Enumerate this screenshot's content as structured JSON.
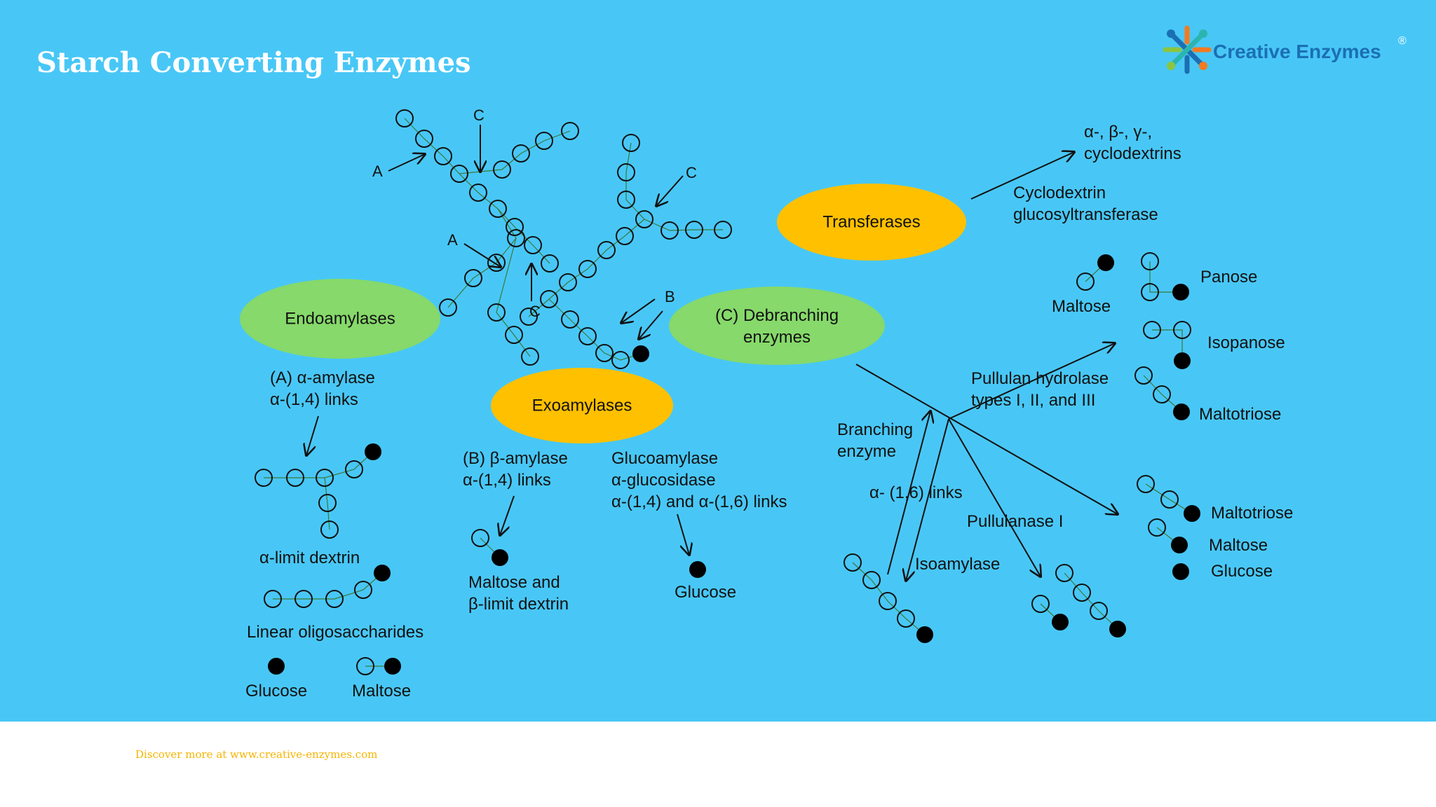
{
  "header": {
    "title": "Starch Converting Enzymes",
    "brand": "Creative Enzymes",
    "brand_mark": "®"
  },
  "footer": {
    "text": "Discover more at www.creative-enzymes.com"
  },
  "colors": {
    "background": "#48C7F6",
    "green_oval": "#86D96A",
    "yellow_oval": "#FFC000",
    "footer_text": "#F6B400",
    "brand_text": "#1B6FB3"
  },
  "ovals": {
    "endoamylases": "Endoamylases",
    "exoamylases": "Exoamylases",
    "debranching": "(C) Debranching\nenzymes",
    "transferases": "Transferases"
  },
  "site_letters": {
    "a": "A",
    "b": "B",
    "c": "C"
  },
  "labels": {
    "alpha_amylase": "(A) α-amylase\nα-(1,4) links",
    "alpha_limit_dextrin": "α-limit dextrin",
    "linear_oligosaccharides": "Linear oligosaccharides",
    "glucose": "Glucose",
    "maltose": "Maltose",
    "beta_amylase": "(B) β-amylase\nα-(1,4) links",
    "maltose_beta_limit": "Maltose and\nβ-limit dextrin",
    "glucoamylase": "Glucoamylase\nα-glucosidase\nα-(1,4) and α-(1,6) links",
    "glucoamylase_product": "Glucose",
    "cyclodextrins": "α-, β-, γ-,\ncyclodextrins",
    "cgtase": "Cyclodextrin\nglucosyltransferase",
    "maltose_right": "Maltose",
    "panose": "Panose",
    "isopanose": "Isopanose",
    "maltotriose_upper": "Maltotriose",
    "pullulan_hydrolase": "Pullulan hydrolase\ntypes I, II, and III",
    "branching_enzyme": "Branching\nenzyme",
    "alpha_16_links": "α- (1,6) links",
    "pullulanase": "Pullulanase I",
    "isoamylase": "Isoamylase",
    "maltotriose_lower": "Maltotriose",
    "maltose_lower": "Maltose",
    "glucose_lower": "Glucose"
  }
}
